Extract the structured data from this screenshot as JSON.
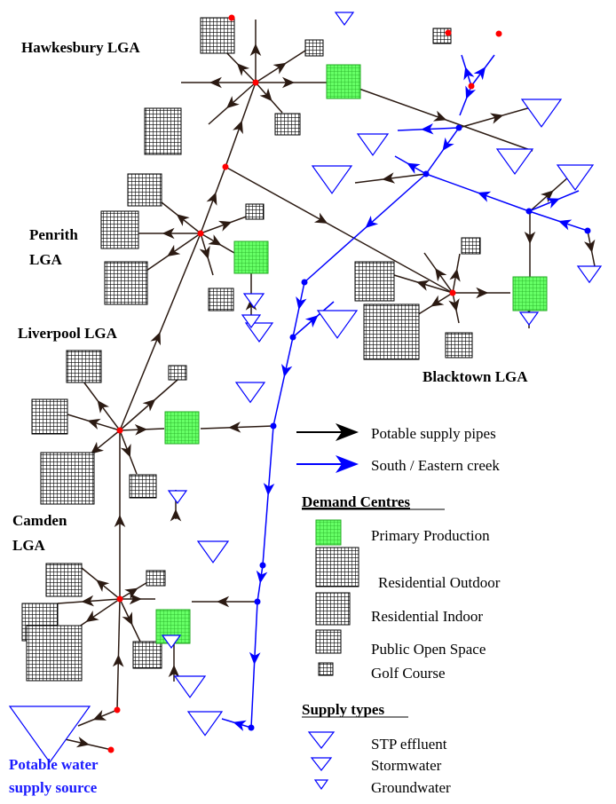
{
  "labels": {
    "hawkesbury": "Hawkesbury LGA",
    "penrith_1": "Penrith",
    "penrith_2": "LGA",
    "liverpool": "Liverpool LGA",
    "camden_1": "Camden",
    "camden_2": "LGA",
    "blacktown": "Blacktown LGA",
    "source_1": "Potable water",
    "source_2": "supply source"
  },
  "legend": {
    "potable_pipes": "Potable supply pipes",
    "creek": "South / Eastern creek",
    "demand_title": "Demand Centres",
    "primary": "Primary Production",
    "res_outdoor": "Residential Outdoor",
    "res_indoor": "Residential Indoor",
    "public_open": "Public Open Space",
    "golf": "Golf Course",
    "supply_title": "Supply types",
    "stp": "STP effluent",
    "storm": "Stormwater",
    "ground": "Groundwater"
  },
  "colors": {
    "potable_line": "#2b1a12",
    "creek_line": "#0000ff",
    "junction_red": "#ff0000",
    "primary_green": "#33ff33",
    "source_label": "#1a1aff"
  },
  "icons": {
    "supply_triangle": "inverted-triangle-icon",
    "demand_grid": "grid-square-icon"
  }
}
